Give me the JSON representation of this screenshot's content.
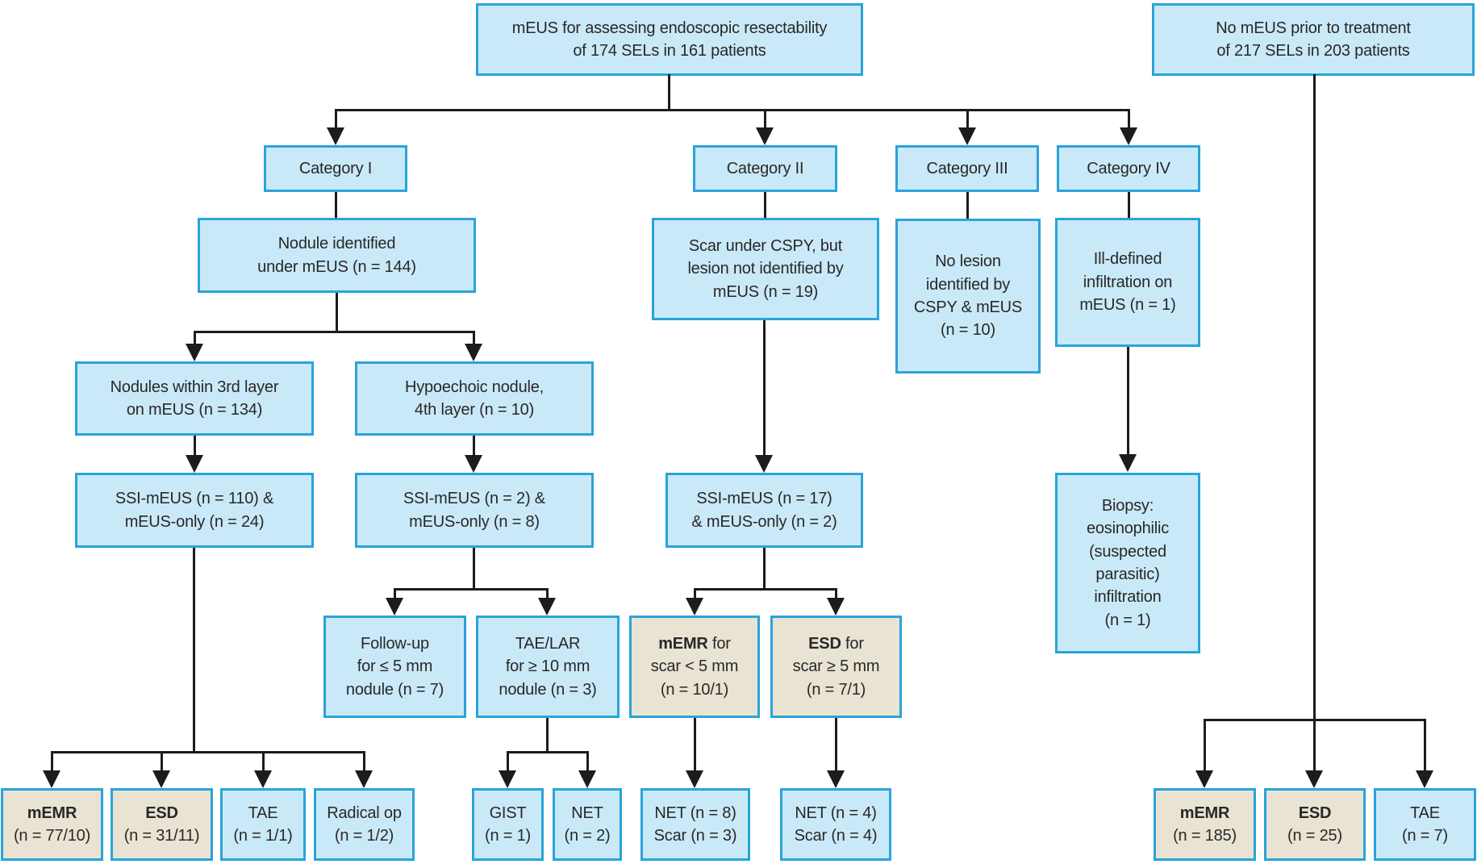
{
  "palette": {
    "box_fill": "#cae9f8",
    "box_border": "#29a4d9",
    "highlight_fill": "#e9e3d3",
    "line_color": "#1c1c1c",
    "text_color": "#282828"
  },
  "nodes": {
    "meus_root": {
      "text": "mEUS for assessing endoscopic resectability\nof 174 SELs in 161 patients"
    },
    "no_meus_root": {
      "text": "No mEUS prior to treatment\nof 217 SELs in 203 patients"
    },
    "cat1": {
      "text": "Category I"
    },
    "cat2": {
      "text": "Category II"
    },
    "cat3": {
      "text": "Category III"
    },
    "cat4": {
      "text": "Category IV"
    },
    "nodule_identified": {
      "text": "Nodule identified\nunder mEUS (n = 144)"
    },
    "scar_cspy": {
      "text": "Scar under CSPY, but\nlesion not identified by\nmEUS (n = 19)"
    },
    "no_lesion": {
      "text": "No lesion\nidentified by\nCSPY & mEUS\n(n = 10)"
    },
    "ill_defined": {
      "text": "Ill-defined\ninfiltration on\nmEUS (n = 1)"
    },
    "nodules_3rd": {
      "text": "Nodules within 3rd layer\non mEUS (n = 134)"
    },
    "hypoechoic": {
      "text": "Hypoechoic nodule,\n4th layer (n = 10)"
    },
    "ssi_110": {
      "text": "SSI-mEUS (n = 110) &\nmEUS-only (n = 24)"
    },
    "ssi_2": {
      "text": "SSI-mEUS (n = 2) &\nmEUS-only (n = 8)"
    },
    "ssi_17": {
      "text": "SSI-mEUS (n = 17)\n& mEUS-only (n = 2)"
    },
    "biopsy": {
      "text": "Biopsy:\neosinophilic\n(suspected\nparasitic)\ninfiltration\n(n = 1)"
    },
    "followup": {
      "text": "Follow-up\nfor ≤ 5 mm\nnodule (n = 7)"
    },
    "tae_lar": {
      "text": "TAE/LAR\nfor ≥ 10 mm\nnodule (n = 3)"
    },
    "memr_scar": {
      "bold": "mEMR",
      "rest": " for\nscar < 5 mm\n(n = 10/1)"
    },
    "esd_scar": {
      "bold": "ESD",
      "rest": " for\nscar ≥ 5 mm\n(n = 7/1)"
    },
    "memr_out": {
      "bold": "mEMR",
      "rest": "\n(n = 77/10)"
    },
    "esd_out": {
      "bold": "ESD",
      "rest": "\n(n = 31/11)"
    },
    "tae_out": {
      "text": "TAE\n(n = 1/1)"
    },
    "radical_out": {
      "text": "Radical op\n(n = 1/2)"
    },
    "gist": {
      "text": "GIST\n(n = 1)"
    },
    "net": {
      "text": "NET\n(n = 2)"
    },
    "net8": {
      "text": "NET (n = 8)\nScar (n = 3)"
    },
    "net4": {
      "text": "NET (n = 4)\nScar (n = 4)"
    },
    "memr_right": {
      "bold": "mEMR",
      "rest": "\n(n = 185)"
    },
    "esd_right": {
      "bold": "ESD",
      "rest": "\n(n = 25)"
    },
    "tae_right": {
      "text": "TAE\n(n = 7)"
    }
  }
}
